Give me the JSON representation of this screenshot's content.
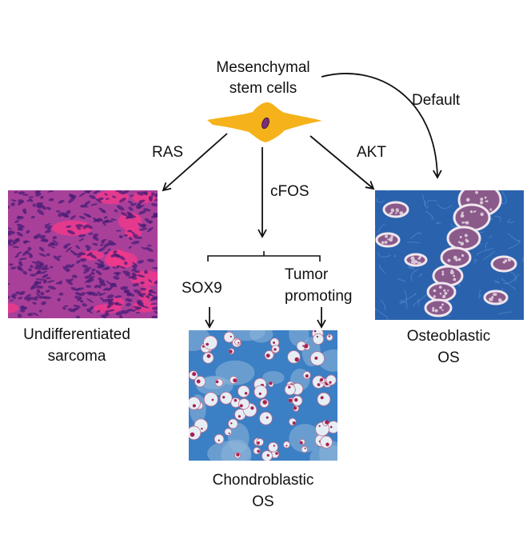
{
  "labels": {
    "msc_line1": "Mesenchymal",
    "msc_line2": "stem cells",
    "default": "Default",
    "ras": "RAS",
    "cfos": "cFOS",
    "akt": "AKT",
    "sox9": "SOX9",
    "tumor_line1": "Tumor",
    "tumor_line2": "promoting",
    "undiff_line1": "Undifferentiated",
    "undiff_line2": "sarcoma",
    "osteo_line1": "Osteoblastic",
    "osteo_line2": "OS",
    "chondro_line1": "Chondroblastic",
    "chondro_line2": "OS"
  },
  "colors": {
    "cell": "#f5b21a",
    "nucleus": "#7a2b7e",
    "arrow": "#111111",
    "he_base": "#a8409a",
    "he_pink": "#ee3a8c",
    "he_dark": "#4a1d75",
    "osteo_blue": "#2a62ad",
    "osteo_bone": "#8a5a8a",
    "chondro_blue": "#3b7fc4",
    "chondro_light": "#e6eef5",
    "chondro_nucleus": "#a8204e"
  }
}
